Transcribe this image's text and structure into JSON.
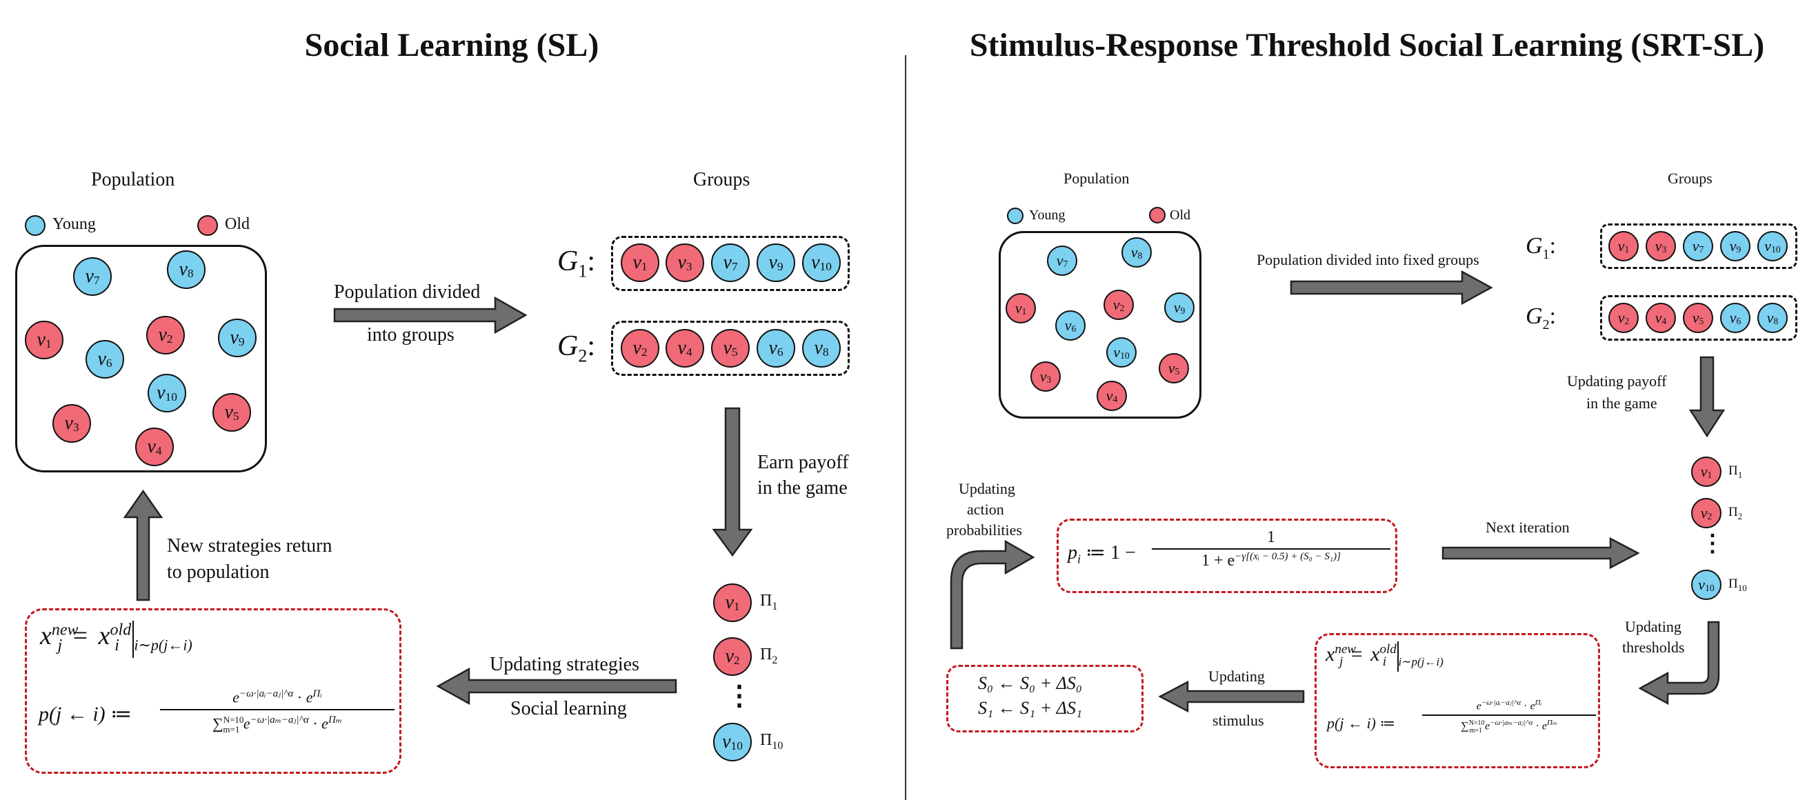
{
  "colors": {
    "young": "#7cd0f0",
    "old": "#f06a78",
    "arrow": "#6e6e6e",
    "formula_border": "#c3191f"
  },
  "left": {
    "title": "Social Learning (SL)",
    "population_label": "Population",
    "legend_young": "Young",
    "legend_old": "Old",
    "groups_label": "Groups",
    "g1_label": "G",
    "g1_sub": "1",
    "g2_label": "G",
    "g2_sub": "2",
    "colon": ":",
    "arrow_divide_line1": "Population divided",
    "arrow_divide_line2": "into groups",
    "arrow_payoff_line1": "Earn payoff",
    "arrow_payoff_line2": "in the game",
    "arrow_update_line1": "Updating strategies",
    "arrow_update_line2": "Social learning",
    "arrow_return_line1": "New strategies return",
    "arrow_return_line2": "to population",
    "ellipsis": "⋮",
    "payoff_symbol": "Π",
    "formula_line1": "x",
    "formula_line2": "p(j ← i) ≔"
  },
  "right": {
    "title": "Stimulus-Response Threshold Social Learning (SRT-SL)",
    "population_label": "Population",
    "legend_young": "Young",
    "legend_old": "Old",
    "groups_label": "Groups",
    "arrow_divide": "Population divided into fixed groups",
    "updating_payoff_line1": "Updating payoff",
    "updating_payoff_line2": "in the game",
    "next_iteration": "Next iteration",
    "updating_thresholds_line1": "Updating",
    "updating_thresholds_line2": "thresholds",
    "updating_stimulus_line1": "Updating",
    "updating_stimulus_line2": "stimulus",
    "updating_action_line1": "Updating",
    "updating_action_line2": "action",
    "updating_action_line3": "probabilities",
    "stimulus_s0": "S₀ ← S₀ + ΔS₀",
    "stimulus_s1": "S₁ ← S₁ + ΔS₁",
    "prob_lhs": "p",
    "prob_sub": "i",
    "prob_assign": "≔ 1 −",
    "prob_num": "1",
    "prob_den": "1 + e",
    "prob_exp": "−γ[(xᵢ − 0.5) + (S₀ − S₁)]",
    "ellipsis": "⋮"
  },
  "formula": {
    "x_new": "x",
    "sup_new": "new",
    "sub_j": "j",
    "eq": "=",
    "x_old": "x",
    "sup_old": "old",
    "sub_i": "i",
    "cond": "i∼p(j←i)",
    "p_lhs": "p(j ← i) ≔",
    "num": "e^{−ω·|aᵢ−aⱼ|^α} · e^{Πᵢ}",
    "num_e1": "e",
    "num_exp1": "−ω·|aᵢ−aⱼ|^α",
    "num_dot": "·",
    "num_e2": "e",
    "num_exp2": "Πᵢ",
    "den_sum": "∑",
    "den_sum_sup": "N=10",
    "den_sum_sub": "m=1",
    "den_e1": "e",
    "den_exp1": "−ω·|aₘ−aⱼ|^α",
    "den_e2": "e",
    "den_exp2": "Πₘ"
  },
  "nodes": {
    "v": "v",
    "n1": "1",
    "n2": "2",
    "n3": "3",
    "n4": "4",
    "n5": "5",
    "n6": "6",
    "n7": "7",
    "n8": "8",
    "n9": "9",
    "n10": "10"
  },
  "payoffs": {
    "p1": "1",
    "p2": "2",
    "p10": "10"
  }
}
